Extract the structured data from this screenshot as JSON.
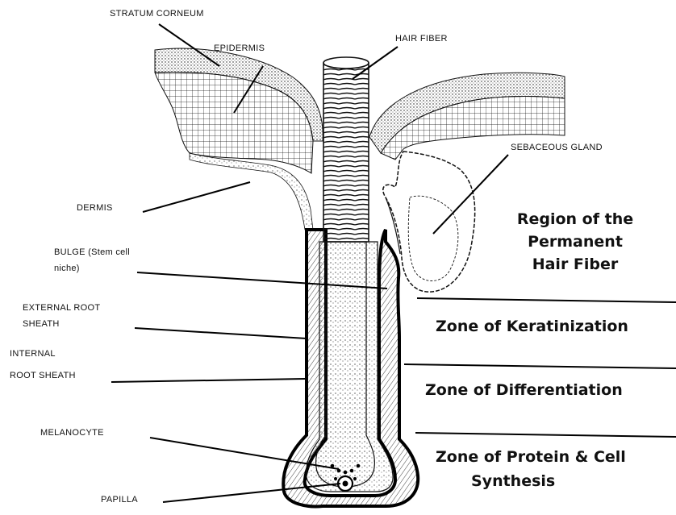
{
  "labels": {
    "stratum_corneum": "STRATUM CORNEUM",
    "epidermis": "EPIDERMIS",
    "hair_fiber": "HAIR FIBER",
    "sebaceous_gland": "SEBACEOUS GLAND",
    "dermis": "DERMIS",
    "bulge_line1": "BULGE (Stem cell",
    "bulge_line2": "niche)",
    "external_root_sheath_line1": "EXTERNAL ROOT",
    "external_root_sheath_line2": "SHEATH",
    "internal_root_sheath_line1": "INTERNAL",
    "internal_root_sheath_line2": "ROOT SHEATH",
    "melanocyte": "MELANOCYTE",
    "papilla": "PAPILLA"
  },
  "zones": {
    "permanent_line1": "Region of the",
    "permanent_line2": "Permanent",
    "permanent_line3": "Hair Fiber",
    "keratinization": "Zone of Keratinization",
    "differentiation": "Zone of Differentiation",
    "synthesis_line1": "Zone of Protein & Cell",
    "synthesis_line2": "Synthesis"
  }
}
